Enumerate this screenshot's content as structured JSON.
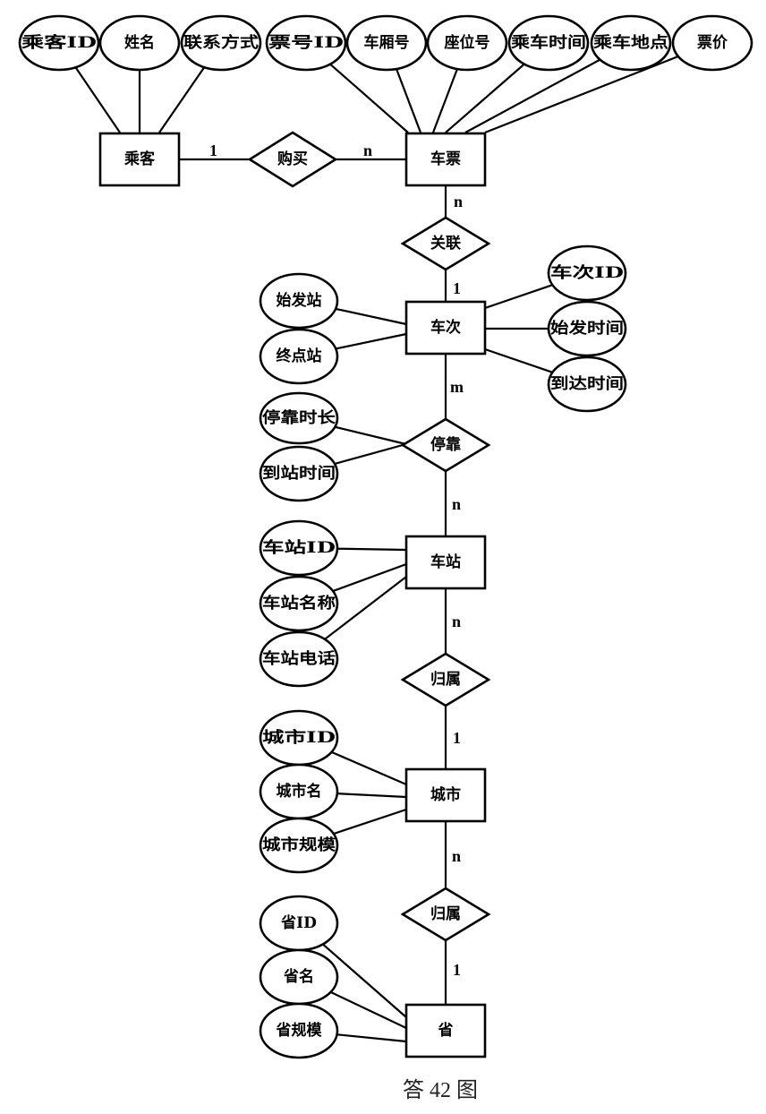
{
  "diagram": {
    "type": "er-diagram",
    "caption": "答 42 图",
    "entities": [
      {
        "id": "passenger",
        "label": "乘客"
      },
      {
        "id": "ticket",
        "label": "车票"
      },
      {
        "id": "train",
        "label": "车次"
      },
      {
        "id": "station",
        "label": "车站"
      },
      {
        "id": "city",
        "label": "城市"
      },
      {
        "id": "province",
        "label": "省"
      }
    ],
    "relationships": [
      {
        "id": "buy",
        "label": "购买",
        "from": "passenger",
        "to": "ticket",
        "from_card": "1",
        "to_card": "n"
      },
      {
        "id": "link",
        "label": "关联",
        "from": "ticket",
        "to": "train",
        "from_card": "n",
        "to_card": "1"
      },
      {
        "id": "stop",
        "label": "停靠",
        "from": "train",
        "to": "station",
        "from_card": "m",
        "to_card": "n"
      },
      {
        "id": "belong1",
        "label": "归属",
        "from": "station",
        "to": "city",
        "from_card": "n",
        "to_card": "1"
      },
      {
        "id": "belong2",
        "label": "归属",
        "from": "city",
        "to": "province",
        "from_card": "n",
        "to_card": "1"
      }
    ],
    "attributes": [
      {
        "label": "乘客ID",
        "owner": "passenger"
      },
      {
        "label": "姓名",
        "owner": "passenger"
      },
      {
        "label": "联系方式",
        "owner": "passenger"
      },
      {
        "label": "票号ID",
        "owner": "ticket"
      },
      {
        "label": "车厢号",
        "owner": "ticket"
      },
      {
        "label": "座位号",
        "owner": "ticket"
      },
      {
        "label": "乘车时间",
        "owner": "ticket"
      },
      {
        "label": "乘车地点",
        "owner": "ticket"
      },
      {
        "label": "票价",
        "owner": "ticket"
      },
      {
        "label": "车次ID",
        "owner": "train"
      },
      {
        "label": "始发时间",
        "owner": "train"
      },
      {
        "label": "到达时间",
        "owner": "train"
      },
      {
        "label": "始发站",
        "owner": "train"
      },
      {
        "label": "终点站",
        "owner": "train"
      },
      {
        "label": "停靠时长",
        "owner": "stop"
      },
      {
        "label": "到站时间",
        "owner": "stop"
      },
      {
        "label": "车站ID",
        "owner": "station"
      },
      {
        "label": "车站名称",
        "owner": "station"
      },
      {
        "label": "车站电话",
        "owner": "station"
      },
      {
        "label": "城市ID",
        "owner": "city"
      },
      {
        "label": "城市名",
        "owner": "city"
      },
      {
        "label": "城市规模",
        "owner": "city"
      },
      {
        "label": "省ID",
        "owner": "province"
      },
      {
        "label": "省名",
        "owner": "province"
      },
      {
        "label": "省规模",
        "owner": "province"
      }
    ]
  }
}
